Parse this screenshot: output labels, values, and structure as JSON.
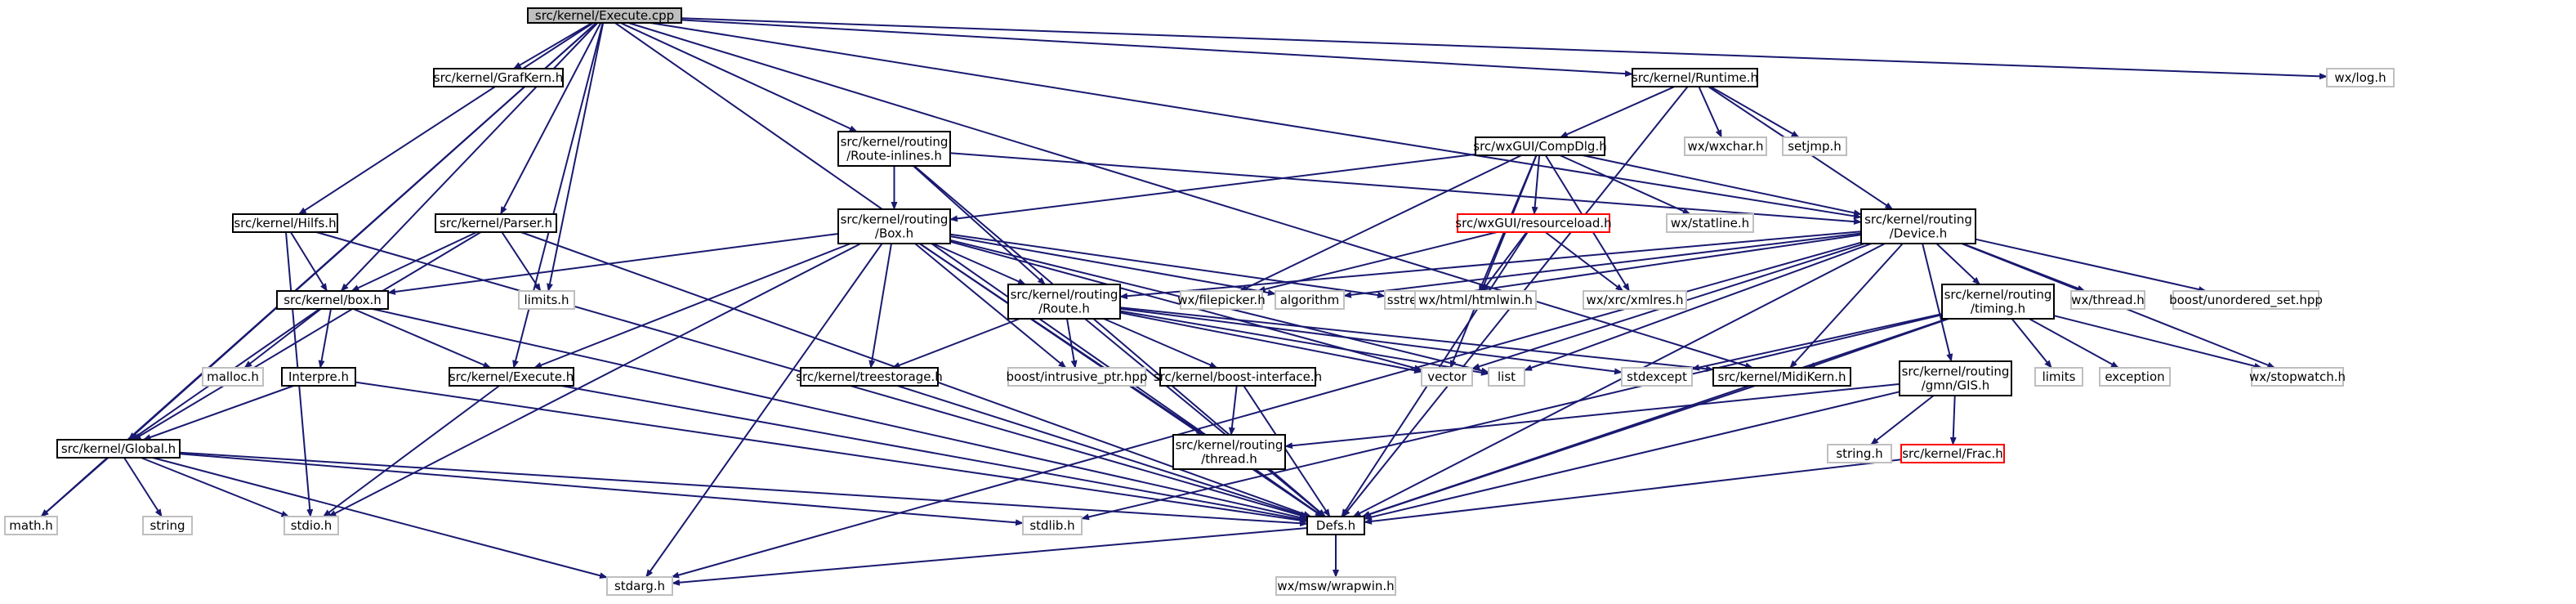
{
  "diagram": {
    "colors": {
      "edge": "#191970",
      "root_fill": "#bfbfbf",
      "local_border": "#000000",
      "external_border": "#bfbfbf",
      "truncated_border": "#ff0000"
    },
    "nodes": [
      {
        "id": "execute_cpp",
        "lines": [
          "src/kernel/Execute.cpp"
        ],
        "kind": "root"
      },
      {
        "id": "grafkern_h",
        "lines": [
          "src/kernel/GrafKern.h"
        ],
        "kind": "local"
      },
      {
        "id": "runtime_h",
        "lines": [
          "src/kernel/Runtime.h"
        ],
        "kind": "local"
      },
      {
        "id": "wxlog_h",
        "lines": [
          "wx/log.h"
        ],
        "kind": "external"
      },
      {
        "id": "route_inlines_h",
        "lines": [
          "src/kernel/routing",
          "/Route-inlines.h"
        ],
        "kind": "local"
      },
      {
        "id": "wxxchar_h",
        "lines": [
          "wx/wxchar.h"
        ],
        "kind": "external"
      },
      {
        "id": "setjmp_h",
        "lines": [
          "setjmp.h"
        ],
        "kind": "external"
      },
      {
        "id": "compdlg_h",
        "lines": [
          "src/wxGUI/CompDlg.h"
        ],
        "kind": "local"
      },
      {
        "id": "hilfs_h",
        "lines": [
          "src/kernel/Hilfs.h"
        ],
        "kind": "local"
      },
      {
        "id": "parser_h",
        "lines": [
          "src/kernel/Parser.h"
        ],
        "kind": "local"
      },
      {
        "id": "box_routing_h",
        "lines": [
          "src/kernel/routing",
          "/Box.h"
        ],
        "kind": "local"
      },
      {
        "id": "resourceload_h",
        "lines": [
          "src/wxGUI/resourceload.h"
        ],
        "kind": "truncated"
      },
      {
        "id": "statline_h",
        "lines": [
          "wx/statline.h"
        ],
        "kind": "external"
      },
      {
        "id": "device_h",
        "lines": [
          "src/kernel/routing",
          "/Device.h"
        ],
        "kind": "local"
      },
      {
        "id": "box_h",
        "lines": [
          "src/kernel/box.h"
        ],
        "kind": "local"
      },
      {
        "id": "limits_h",
        "lines": [
          "limits.h"
        ],
        "kind": "external"
      },
      {
        "id": "route_h",
        "lines": [
          "src/kernel/routing",
          "/Route.h"
        ],
        "kind": "local"
      },
      {
        "id": "filepicker_h",
        "lines": [
          "wx/filepicker.h"
        ],
        "kind": "external"
      },
      {
        "id": "algorithm",
        "lines": [
          "algorithm"
        ],
        "kind": "external"
      },
      {
        "id": "sstream",
        "lines": [
          "sstream"
        ],
        "kind": "external"
      },
      {
        "id": "htmlwin_h",
        "lines": [
          "wx/html/htmlwin.h"
        ],
        "kind": "external"
      },
      {
        "id": "xmlres_h",
        "lines": [
          "wx/xrc/xmlres.h"
        ],
        "kind": "external"
      },
      {
        "id": "timing_h",
        "lines": [
          "src/kernel/routing",
          "/timing.h"
        ],
        "kind": "local"
      },
      {
        "id": "wxthread_h",
        "lines": [
          "wx/thread.h"
        ],
        "kind": "external"
      },
      {
        "id": "unordered_set",
        "lines": [
          "boost/unordered_set.hpp"
        ],
        "kind": "external"
      },
      {
        "id": "malloc_h",
        "lines": [
          "malloc.h"
        ],
        "kind": "external"
      },
      {
        "id": "interpre_h",
        "lines": [
          "Interpre.h"
        ],
        "kind": "local"
      },
      {
        "id": "execute_h",
        "lines": [
          "src/kernel/Execute.h"
        ],
        "kind": "local"
      },
      {
        "id": "treestorage_h",
        "lines": [
          "src/kernel/treestorage.h"
        ],
        "kind": "local"
      },
      {
        "id": "intrusive_ptr",
        "lines": [
          "boost/intrusive_ptr.hpp"
        ],
        "kind": "external"
      },
      {
        "id": "boost_interface_h",
        "lines": [
          "src/kernel/boost-interface.h"
        ],
        "kind": "local"
      },
      {
        "id": "vector",
        "lines": [
          "vector"
        ],
        "kind": "external"
      },
      {
        "id": "list",
        "lines": [
          "list"
        ],
        "kind": "external"
      },
      {
        "id": "stdexcept",
        "lines": [
          "stdexcept"
        ],
        "kind": "external"
      },
      {
        "id": "midikern_h",
        "lines": [
          "src/kernel/MidiKern.h"
        ],
        "kind": "local"
      },
      {
        "id": "gis_h",
        "lines": [
          "src/kernel/routing",
          "/gmn/GIS.h"
        ],
        "kind": "local"
      },
      {
        "id": "limits",
        "lines": [
          "limits"
        ],
        "kind": "external"
      },
      {
        "id": "exception",
        "lines": [
          "exception"
        ],
        "kind": "external"
      },
      {
        "id": "stopwatch_h",
        "lines": [
          "wx/stopwatch.h"
        ],
        "kind": "external"
      },
      {
        "id": "global_h",
        "lines": [
          "src/kernel/Global.h"
        ],
        "kind": "local"
      },
      {
        "id": "thread_h",
        "lines": [
          "src/kernel/routing",
          "/thread.h"
        ],
        "kind": "local"
      },
      {
        "id": "string_h",
        "lines": [
          "string.h"
        ],
        "kind": "external"
      },
      {
        "id": "frac_h",
        "lines": [
          "src/kernel/Frac.h"
        ],
        "kind": "truncated"
      },
      {
        "id": "math_h",
        "lines": [
          "math.h"
        ],
        "kind": "external"
      },
      {
        "id": "string",
        "lines": [
          "string"
        ],
        "kind": "external"
      },
      {
        "id": "stdio_h",
        "lines": [
          "stdio.h"
        ],
        "kind": "external"
      },
      {
        "id": "stdlib_h",
        "lines": [
          "stdlib.h"
        ],
        "kind": "external"
      },
      {
        "id": "defs_h",
        "lines": [
          "Defs.h"
        ],
        "kind": "local"
      },
      {
        "id": "stdarg_h",
        "lines": [
          "stdarg.h"
        ],
        "kind": "external"
      },
      {
        "id": "wrapwin_h",
        "lines": [
          "wx/msw/wrapwin.h"
        ],
        "kind": "external"
      }
    ],
    "edges": [
      [
        "execute_cpp",
        "grafkern_h"
      ],
      [
        "execute_cpp",
        "runtime_h"
      ],
      [
        "execute_cpp",
        "wxlog_h"
      ],
      [
        "execute_cpp",
        "route_inlines_h"
      ],
      [
        "execute_cpp",
        "hilfs_h"
      ],
      [
        "execute_cpp",
        "parser_h"
      ],
      [
        "execute_cpp",
        "box_h"
      ],
      [
        "execute_cpp",
        "limits_h"
      ],
      [
        "execute_cpp",
        "device_h"
      ],
      [
        "execute_cpp",
        "execute_h"
      ],
      [
        "execute_cpp",
        "midikern_h"
      ],
      [
        "execute_cpp",
        "global_h"
      ],
      [
        "execute_cpp",
        "math_h"
      ],
      [
        "execute_cpp",
        "defs_h"
      ],
      [
        "runtime_h",
        "compdlg_h"
      ],
      [
        "runtime_h",
        "wxxchar_h"
      ],
      [
        "runtime_h",
        "setjmp_h"
      ],
      [
        "runtime_h",
        "device_h"
      ],
      [
        "runtime_h",
        "defs_h"
      ],
      [
        "route_inlines_h",
        "box_routing_h"
      ],
      [
        "route_inlines_h",
        "route_h"
      ],
      [
        "route_inlines_h",
        "device_h"
      ],
      [
        "route_inlines_h",
        "defs_h"
      ],
      [
        "compdlg_h",
        "box_routing_h"
      ],
      [
        "compdlg_h",
        "resourceload_h"
      ],
      [
        "compdlg_h",
        "statline_h"
      ],
      [
        "compdlg_h",
        "filepicker_h"
      ],
      [
        "compdlg_h",
        "htmlwin_h"
      ],
      [
        "compdlg_h",
        "xmlres_h"
      ],
      [
        "compdlg_h",
        "device_h"
      ],
      [
        "compdlg_h",
        "vector"
      ],
      [
        "resourceload_h",
        "filepicker_h"
      ],
      [
        "resourceload_h",
        "htmlwin_h"
      ],
      [
        "resourceload_h",
        "xmlres_h"
      ],
      [
        "resourceload_h",
        "defs_h"
      ],
      [
        "hilfs_h",
        "box_h"
      ],
      [
        "hilfs_h",
        "stdio_h"
      ],
      [
        "hilfs_h",
        "defs_h"
      ],
      [
        "parser_h",
        "box_h"
      ],
      [
        "parser_h",
        "limits_h"
      ],
      [
        "parser_h",
        "global_h"
      ],
      [
        "parser_h",
        "defs_h"
      ],
      [
        "box_routing_h",
        "box_h"
      ],
      [
        "box_routing_h",
        "route_h"
      ],
      [
        "box_routing_h",
        "algorithm"
      ],
      [
        "box_routing_h",
        "sstream"
      ],
      [
        "box_routing_h",
        "execute_h"
      ],
      [
        "box_routing_h",
        "treestorage_h"
      ],
      [
        "box_routing_h",
        "intrusive_ptr"
      ],
      [
        "box_routing_h",
        "vector"
      ],
      [
        "box_routing_h",
        "list"
      ],
      [
        "box_routing_h",
        "thread_h"
      ],
      [
        "box_routing_h",
        "stdio_h"
      ],
      [
        "box_routing_h",
        "stdarg_h"
      ],
      [
        "box_routing_h",
        "defs_h"
      ],
      [
        "device_h",
        "route_h"
      ],
      [
        "device_h",
        "algorithm"
      ],
      [
        "device_h",
        "sstream"
      ],
      [
        "device_h",
        "timing_h"
      ],
      [
        "device_h",
        "wxthread_h"
      ],
      [
        "device_h",
        "unordered_set"
      ],
      [
        "device_h",
        "vector"
      ],
      [
        "device_h",
        "list"
      ],
      [
        "device_h",
        "midikern_h"
      ],
      [
        "device_h",
        "gis_h"
      ],
      [
        "device_h",
        "stopwatch_h"
      ],
      [
        "device_h",
        "stdarg_h"
      ],
      [
        "device_h",
        "defs_h"
      ],
      [
        "box_h",
        "malloc_h"
      ],
      [
        "box_h",
        "interpre_h"
      ],
      [
        "box_h",
        "execute_h"
      ],
      [
        "box_h",
        "global_h"
      ],
      [
        "box_h",
        "defs_h"
      ],
      [
        "route_h",
        "treestorage_h"
      ],
      [
        "route_h",
        "intrusive_ptr"
      ],
      [
        "route_h",
        "boost_interface_h"
      ],
      [
        "route_h",
        "vector"
      ],
      [
        "route_h",
        "list"
      ],
      [
        "route_h",
        "stdexcept"
      ],
      [
        "route_h",
        "midikern_h"
      ],
      [
        "route_h",
        "defs_h"
      ],
      [
        "timing_h",
        "stdexcept"
      ],
      [
        "timing_h",
        "midikern_h"
      ],
      [
        "timing_h",
        "limits"
      ],
      [
        "timing_h",
        "exception"
      ],
      [
        "timing_h",
        "stopwatch_h"
      ],
      [
        "timing_h",
        "stdlib_h"
      ],
      [
        "timing_h",
        "defs_h"
      ],
      [
        "interpre_h",
        "global_h"
      ],
      [
        "interpre_h",
        "defs_h"
      ],
      [
        "execute_h",
        "stdio_h"
      ],
      [
        "execute_h",
        "defs_h"
      ],
      [
        "treestorage_h",
        "defs_h"
      ],
      [
        "boost_interface_h",
        "thread_h"
      ],
      [
        "boost_interface_h",
        "defs_h"
      ],
      [
        "midikern_h",
        "defs_h"
      ],
      [
        "gis_h",
        "thread_h"
      ],
      [
        "gis_h",
        "string_h"
      ],
      [
        "gis_h",
        "frac_h"
      ],
      [
        "gis_h",
        "defs_h"
      ],
      [
        "global_h",
        "math_h"
      ],
      [
        "global_h",
        "string"
      ],
      [
        "global_h",
        "stdio_h"
      ],
      [
        "global_h",
        "stdlib_h"
      ],
      [
        "global_h",
        "stdarg_h"
      ],
      [
        "global_h",
        "defs_h"
      ],
      [
        "thread_h",
        "defs_h"
      ],
      [
        "frac_h",
        "defs_h"
      ],
      [
        "defs_h",
        "stdarg_h"
      ],
      [
        "defs_h",
        "wrapwin_h"
      ]
    ]
  }
}
